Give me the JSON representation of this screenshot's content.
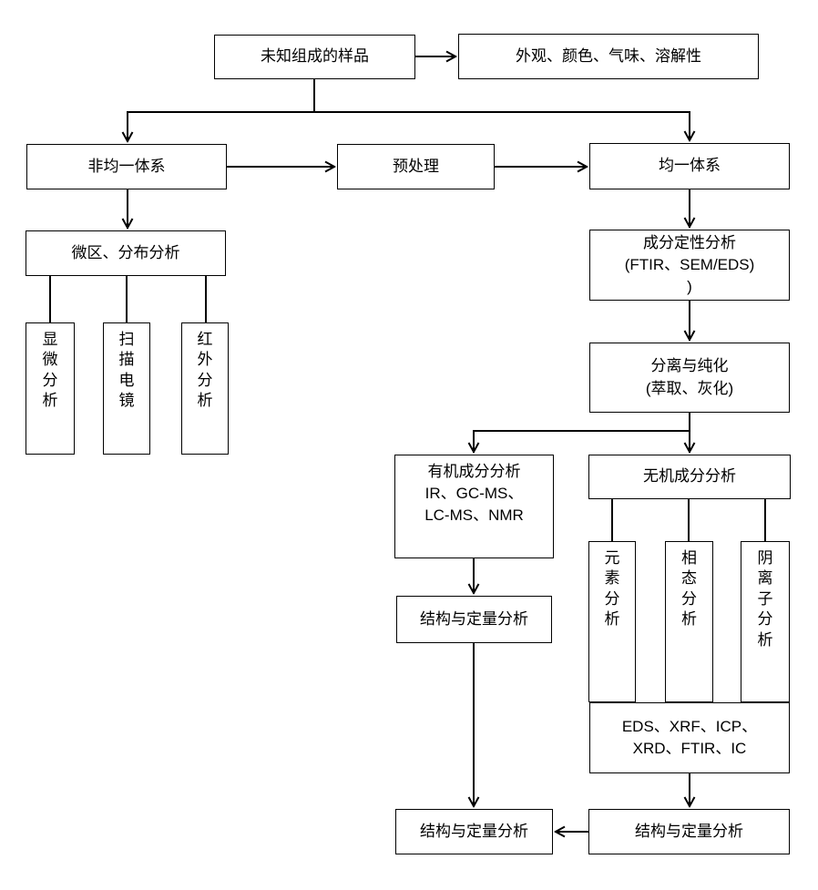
{
  "nodes": {
    "unknown_sample": {
      "label": "未知组成的样品"
    },
    "observation": {
      "label": "外观、颜色、气味、溶解性"
    },
    "heterogeneous": {
      "label": "非均一体系"
    },
    "pretreatment": {
      "label": "预处理"
    },
    "homogeneous": {
      "label": "均一体系"
    },
    "micro_area": {
      "label": "微区、分布分析"
    },
    "microscopic": {
      "label": "显微分析"
    },
    "sem": {
      "label": "扫描电镜"
    },
    "infrared": {
      "label": "红外分析"
    },
    "qualitative": {
      "line1": "成分定性分析",
      "line2": "(FTIR、SEM/EDS)",
      "line3": ")"
    },
    "separation": {
      "line1": "分离与纯化",
      "line2": "(萃取、灰化)"
    },
    "organic": {
      "line1": "有机成分分析",
      "line2": "IR、GC-MS、",
      "line3": "LC-MS、NMR"
    },
    "inorganic": {
      "label": "无机成分分析"
    },
    "structure_mid": {
      "label": "结构与定量分析"
    },
    "element": {
      "label": "元素分析"
    },
    "phase": {
      "label": "相态分析"
    },
    "anion": {
      "label": "阴离子分析"
    },
    "methods": {
      "line1": "EDS、XRF、ICP、",
      "line2": "XRD、FTIR、IC"
    },
    "structure_left": {
      "label": "结构与定量分析"
    },
    "structure_right": {
      "label": "结构与定量分析"
    }
  },
  "colors": {
    "background": "#ffffff",
    "line": "#000000",
    "text": "#000000"
  }
}
